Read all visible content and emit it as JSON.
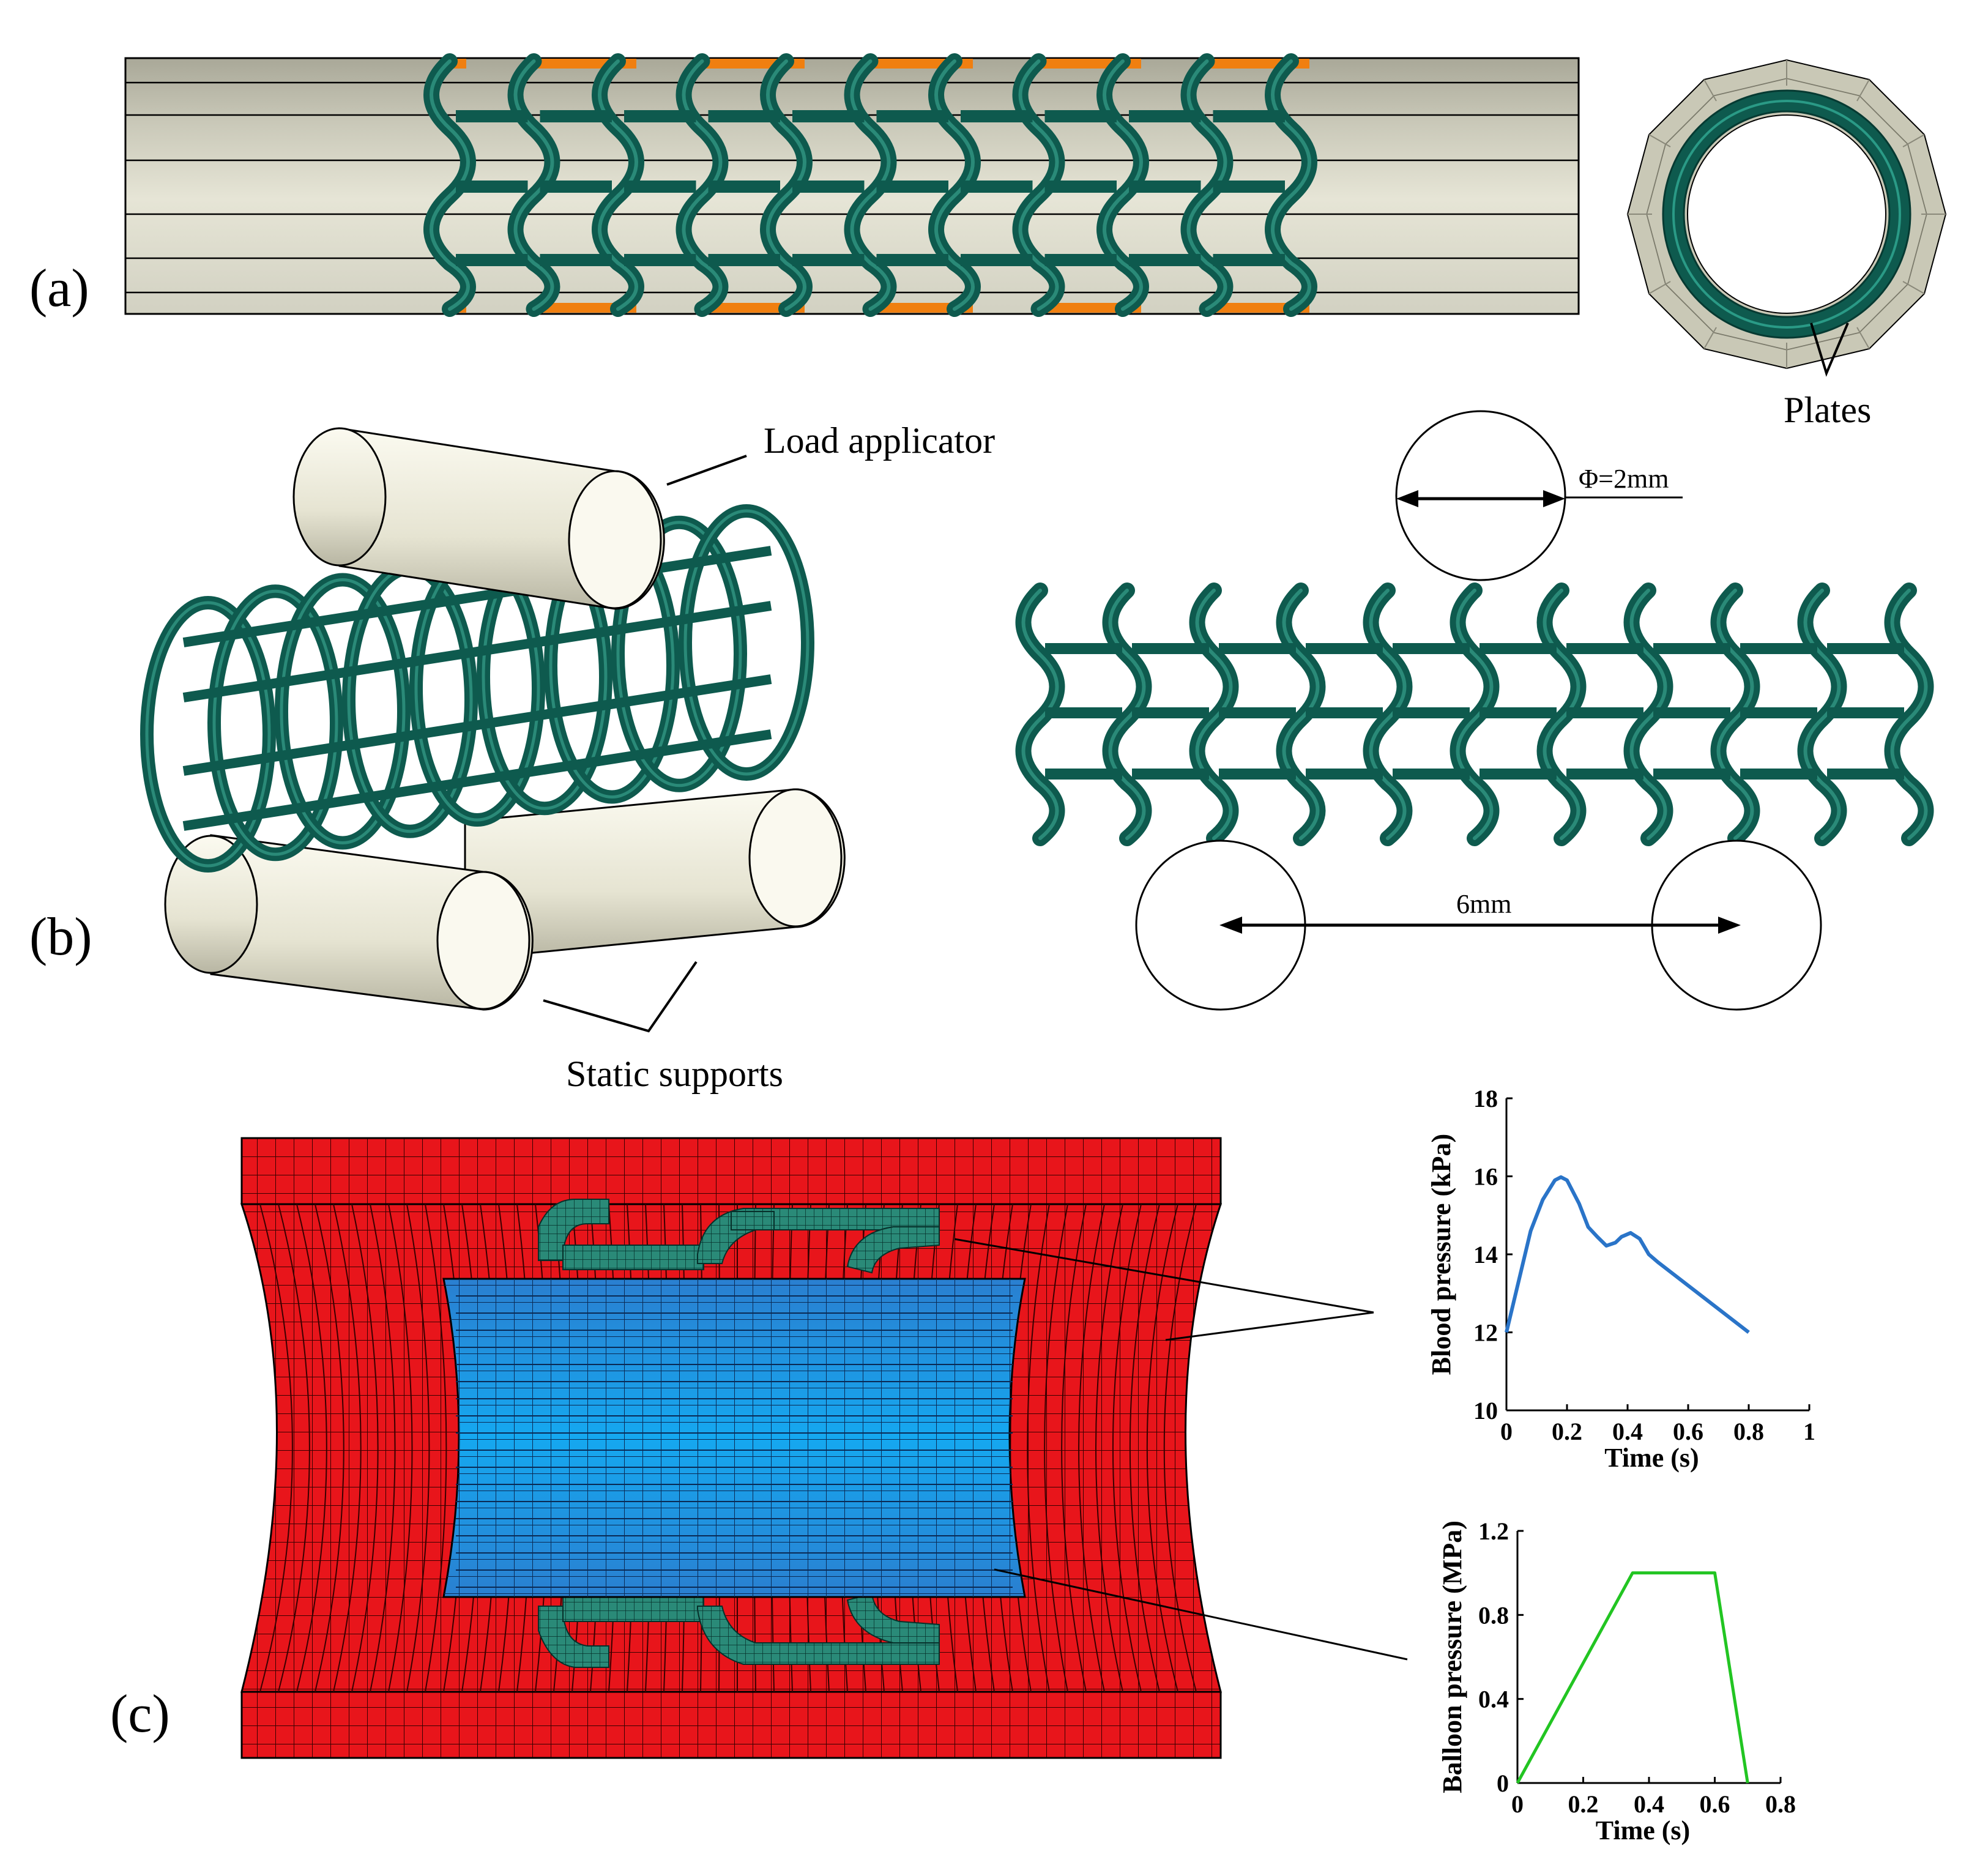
{
  "panels": {
    "a": {
      "label": "(a)",
      "callout": "Plates"
    },
    "b": {
      "label": "(b)",
      "load_label": "Load applicator",
      "support_label": "Static supports",
      "diameter_label": "Φ=2mm",
      "span_label": "6mm"
    },
    "c": {
      "label": "(c)"
    }
  },
  "colors": {
    "stent": "#0e5a4e",
    "plate": "#f07f10",
    "cylinder": "#e4e2d2",
    "artery": "#e8151b",
    "balloon": "#1a8fe0",
    "blood_curve": "#2a74c8",
    "balloon_curve": "#22c522"
  },
  "chart_data": [
    {
      "type": "line",
      "title": "",
      "xlabel": "Time (s)",
      "ylabel": "Blood pressure (kPa)",
      "xlim": [
        0,
        1
      ],
      "ylim": [
        10,
        18
      ],
      "xticks": [
        "0",
        "0.2",
        "0.4",
        "0.6",
        "0.8",
        "1"
      ],
      "yticks": [
        "10",
        "12",
        "14",
        "16",
        "18"
      ],
      "series": [
        {
          "x": [
            0,
            0.04,
            0.08,
            0.12,
            0.16,
            0.18,
            0.2,
            0.24,
            0.27,
            0.3,
            0.33,
            0.36,
            0.38,
            0.41,
            0.44,
            0.47,
            0.5,
            0.6,
            0.7,
            0.8
          ],
          "y": [
            12.0,
            13.3,
            14.6,
            15.4,
            15.9,
            15.98,
            15.9,
            15.3,
            14.7,
            14.45,
            14.22,
            14.3,
            14.45,
            14.55,
            14.4,
            14.0,
            13.8,
            13.2,
            12.6,
            12.0
          ]
        }
      ]
    },
    {
      "type": "line",
      "title": "",
      "xlabel": "Time (s)",
      "ylabel": "Balloon pressure (MPa)",
      "xlim": [
        0,
        0.8
      ],
      "ylim": [
        0,
        1.2
      ],
      "xticks": [
        "0",
        "0.2",
        "0.4",
        "0.6",
        "0.8"
      ],
      "yticks": [
        "0",
        "0.4",
        "0.8",
        "1.2"
      ],
      "series": [
        {
          "x": [
            0,
            0.35,
            0.6,
            0.7
          ],
          "y": [
            0,
            1.0,
            1.0,
            0
          ]
        }
      ]
    }
  ]
}
